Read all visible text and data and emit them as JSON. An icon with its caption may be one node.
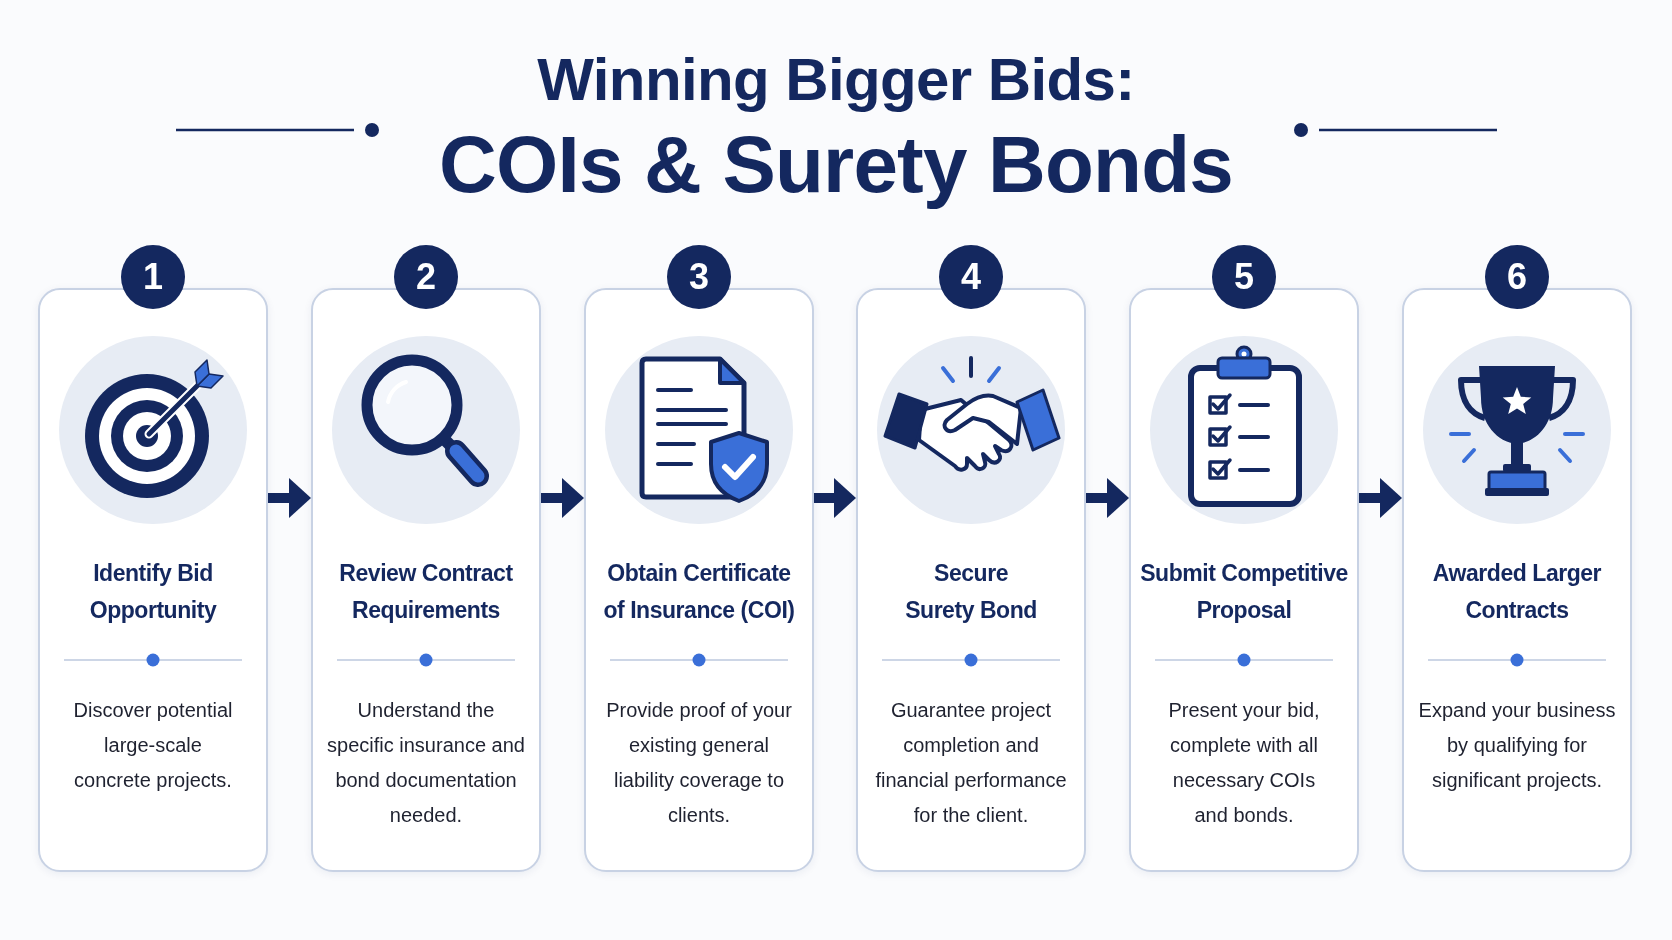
{
  "diagram": {
    "title": "Winning Bigger Bids: COIs & Surety Bonds",
    "nodes": [
      {
        "text": [
          "1",
          "Identify Bid Opportunity",
          "Discover potential large-scale concrete projects."
        ]
      },
      {
        "text": [
          "2",
          "Review Contract Requirements",
          "Understand the specific insurance and bond documentation needed."
        ]
      },
      {
        "text": [
          "3",
          "Obtain Certificate of Insurance (COI)",
          "Provide proof of your existing general liability coverage to clients."
        ]
      },
      {
        "text": [
          "4",
          "Secure Surety Bond",
          "Guarantee project completion and financial performance for the client."
        ]
      },
      {
        "text": [
          "5",
          "Submit Competitive Proposal",
          "Present your bid, complete with all necessary COIs and bonds."
        ]
      },
      {
        "text": [
          "6",
          "Awarded Larger Contracts",
          "Expand your business by qualifying for significant projects."
        ]
      }
    ],
    "edges": [
      {
        "from": 0,
        "to": 1,
        "arrow": "to"
      },
      {
        "from": 1,
        "to": 2,
        "arrow": "to"
      },
      {
        "from": 2,
        "to": 3,
        "arrow": "to"
      },
      {
        "from": 3,
        "to": 4,
        "arrow": "to"
      },
      {
        "from": 4,
        "to": 5,
        "arrow": "to"
      }
    ]
  }
}
